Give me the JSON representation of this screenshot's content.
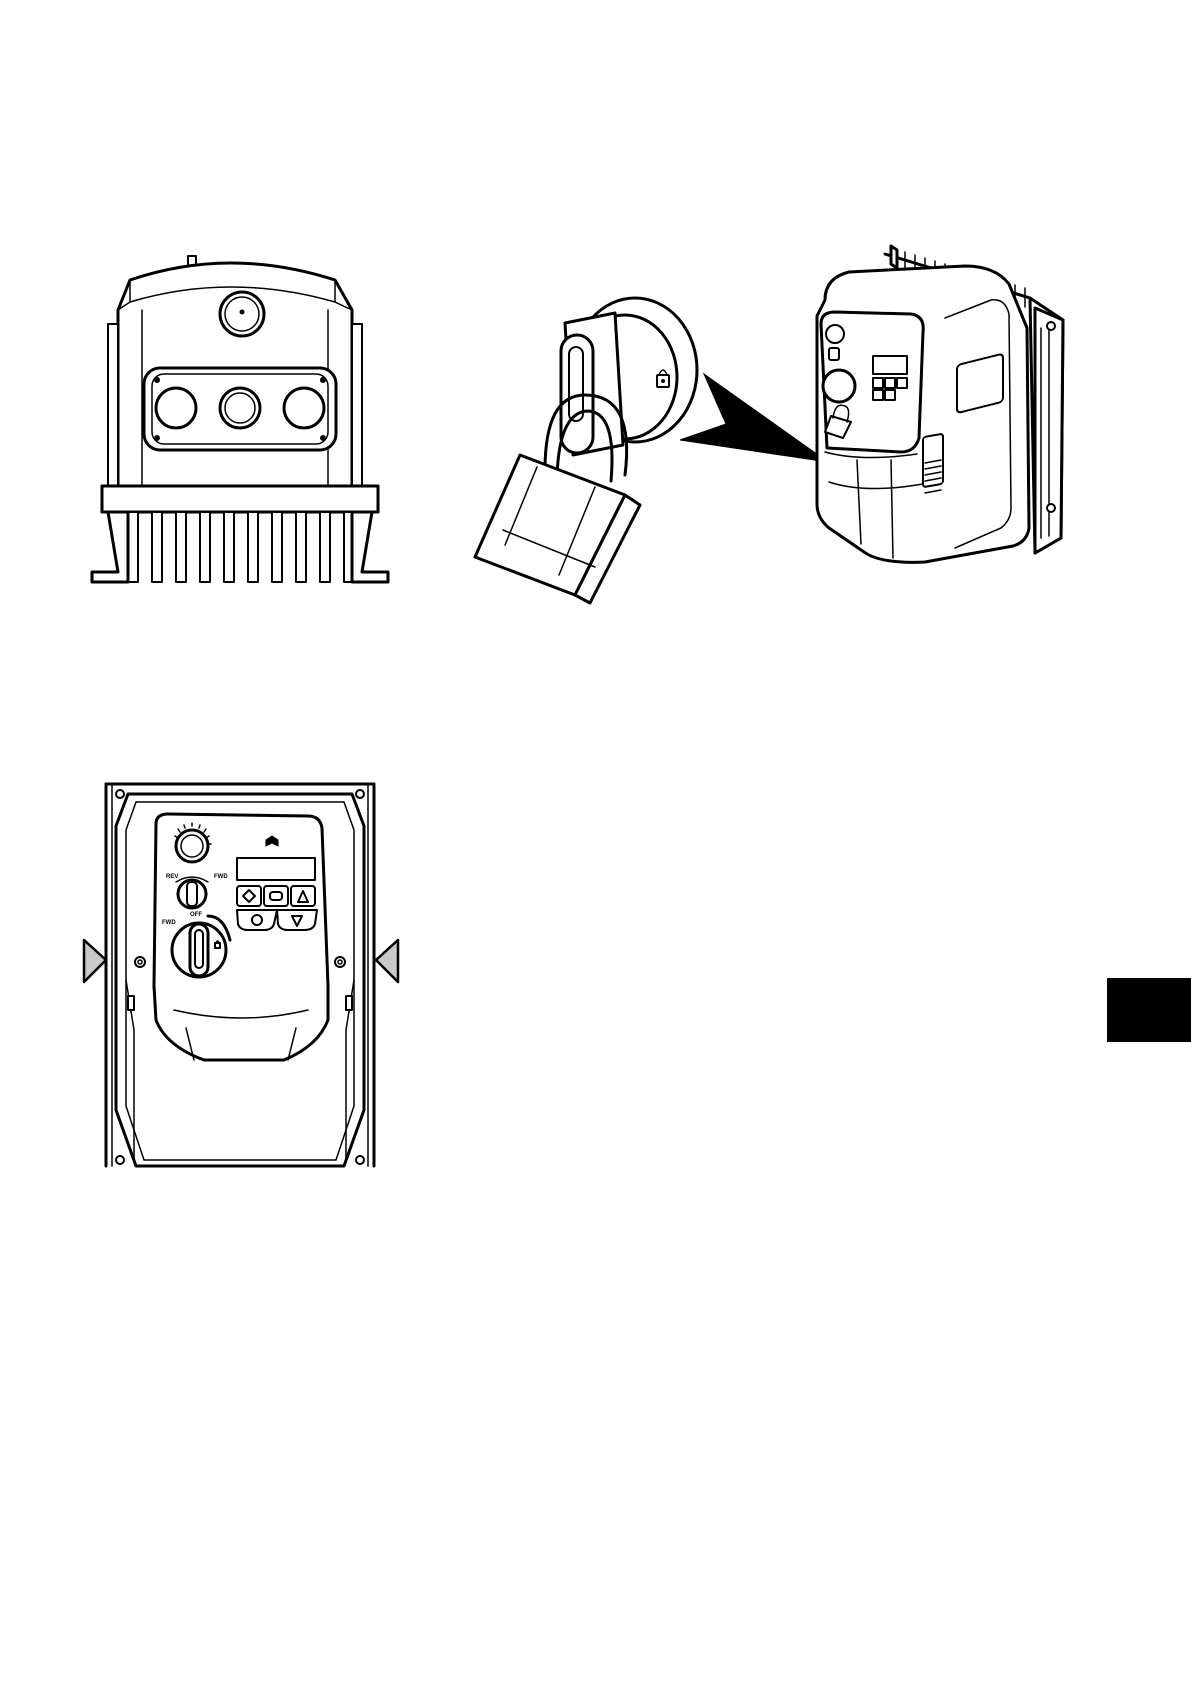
{
  "figures": {
    "top_view": {
      "icon": "drive-top-view-icon"
    },
    "padlock": {
      "icon": "padlock-icon"
    },
    "arrow": {
      "icon": "arrow-right-icon"
    },
    "drive_iso": {
      "icon": "drive-isometric-icon"
    },
    "front_view": {
      "icon": "drive-front-view-icon",
      "dial_left_label": "REV",
      "dial_right_label": "FWD",
      "switch_left_label": "FWD",
      "switch_top_label": "OFF"
    }
  },
  "side_tab": {
    "color": "#000000"
  }
}
